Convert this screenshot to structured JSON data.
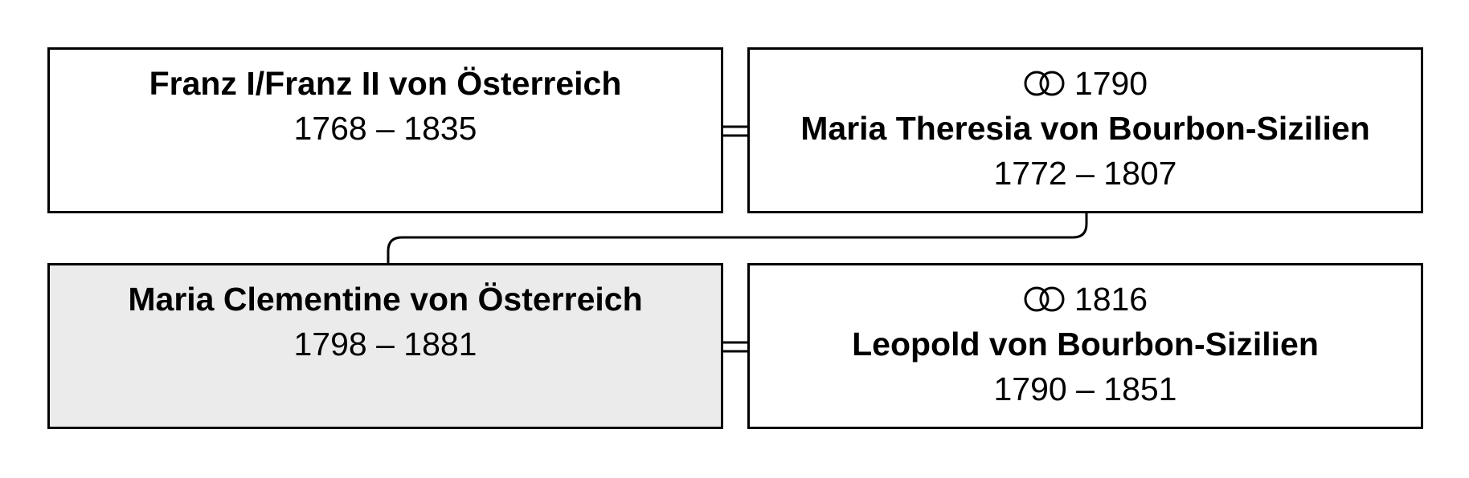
{
  "parents": {
    "father": {
      "name": "Franz I/Franz II von Österreich",
      "dates": "1768 – 1835"
    },
    "mother": {
      "marriage_year": "1790",
      "name": "Maria Theresia von Bourbon-Sizilien",
      "dates": "1772 – 1807"
    }
  },
  "subject": {
    "person": {
      "name": "Maria Clementine von Österreich",
      "dates": "1798 – 1881"
    },
    "spouse": {
      "marriage_year": "1816",
      "name": "Leopold von Bourbon-Sizilien",
      "dates": "1790 – 1851"
    }
  },
  "colors": {
    "border": "#000000",
    "highlight_background": "#ebebeb",
    "background": "#ffffff"
  },
  "icons": [
    "marriage-rings-icon"
  ]
}
